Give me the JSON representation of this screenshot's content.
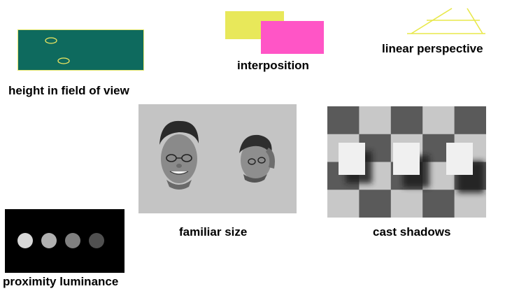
{
  "labels": {
    "height": "height in field of view",
    "interposition": "interposition",
    "linear": "linear perspective",
    "familiar": "familiar size",
    "shadows": "cast shadows",
    "proximity": "proximity luminance"
  },
  "colors": {
    "field": "#0e6a5e",
    "field_border": "#e8e870",
    "ellipse": "#f0e860",
    "rect_back": "#e8e85a",
    "rect_front": "#ff55c6",
    "perspective_lines": "#e8e84a",
    "familiar_bg": "#c4c4c4",
    "checker_light": "#c8c8c8",
    "checker_dark": "#5a5a5a",
    "square_fill": "#f0f0f0",
    "shadow": "#1a1a1a",
    "proximity_bg": "#000000"
  },
  "proximity_circles": [
    "#d8d8d8",
    "#b0b0b0",
    "#808080",
    "#505050"
  ]
}
